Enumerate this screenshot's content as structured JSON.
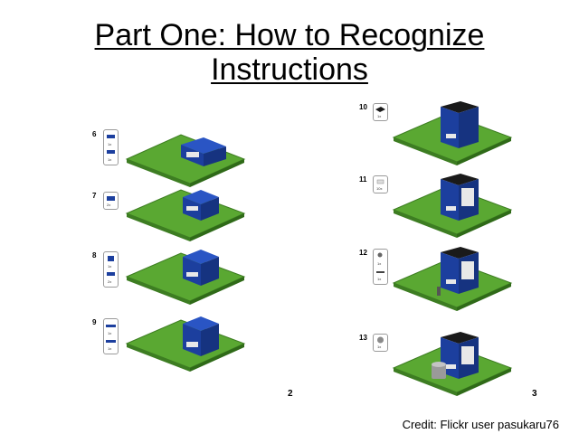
{
  "title": {
    "line1": "Part One: How to Recognize",
    "line2": "Instructions"
  },
  "steps": [
    {
      "number": "6",
      "quantities": [
        "1x",
        "1x"
      ]
    },
    {
      "number": "7",
      "quantities": [
        "2x"
      ]
    },
    {
      "number": "8",
      "quantities": [
        "1x",
        "2x"
      ]
    },
    {
      "number": "9",
      "quantities": [
        "1x",
        "1x"
      ]
    },
    {
      "number": "10",
      "quantities": [
        "1x"
      ]
    },
    {
      "number": "11",
      "quantities": [
        "10x"
      ]
    },
    {
      "number": "12",
      "quantities": [
        "1x",
        "1x"
      ]
    },
    {
      "number": "13",
      "quantities": [
        "1x"
      ]
    }
  ],
  "page_numbers": {
    "left": "2",
    "right": "3"
  },
  "credit": "Credit: Flickr user pasukaru76",
  "colors": {
    "baseplate": "#5aa832",
    "brick_blue": "#1c3f9e",
    "roof_black": "#1a1a1a",
    "panel_white": "#e8e8e8"
  }
}
